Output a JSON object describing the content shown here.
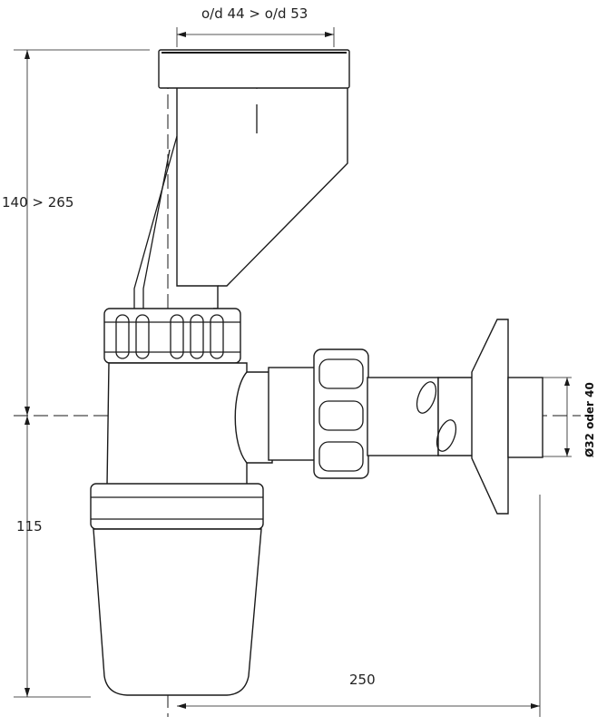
{
  "dimensions": {
    "top_width": "o/d 44 > o/d 53",
    "inner_width": "32",
    "upper_height": "140 > 265",
    "lower_height": "115",
    "horizontal_length": "250",
    "outlet_diameter": "Ø32 oder 40"
  },
  "colors": {
    "line": "#1a1a1a",
    "background": "#ffffff"
  }
}
